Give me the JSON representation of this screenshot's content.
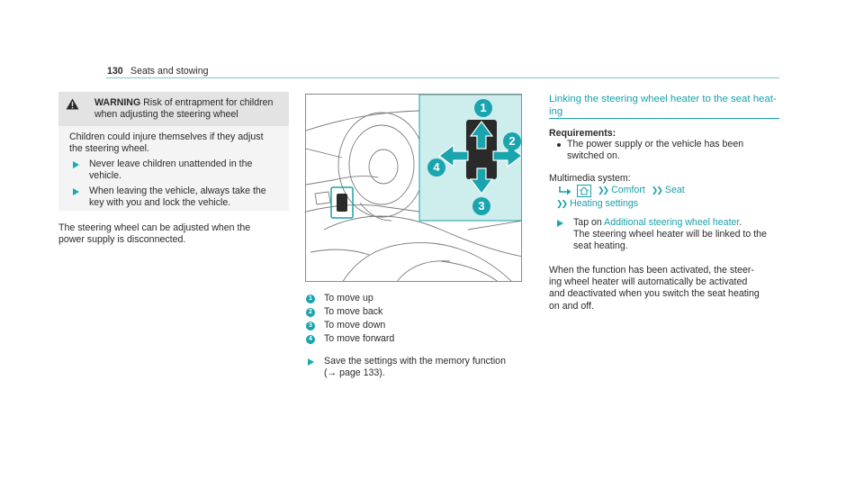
{
  "header": {
    "page_number": "130",
    "section": "Seats and stowing"
  },
  "warning": {
    "label": "WARNING",
    "title_rest_line1": "Risk of entrapment for children",
    "title_line2": "when adjusting the steering wheel",
    "body_line1": "Children could injure themselves if they adjust",
    "body_line2": "the steering wheel.",
    "steps": [
      {
        "line1": "Never leave children unattended in the",
        "line2": "vehicle."
      },
      {
        "line1": "When leaving the vehicle, always take the",
        "line2": "key with you and lock the vehicle."
      }
    ]
  },
  "left_text": {
    "line1": "The steering wheel can be adjusted when the",
    "line2": "power supply is disconnected."
  },
  "figure": {
    "callouts": [
      "1",
      "2",
      "3",
      "4"
    ]
  },
  "legend": [
    {
      "num": "1",
      "text": "To move up"
    },
    {
      "num": "2",
      "text": "To move back"
    },
    {
      "num": "3",
      "text": "To move down"
    },
    {
      "num": "4",
      "text": "To move forward"
    }
  ],
  "middle_step": {
    "line1": "Save the settings with the memory function",
    "line2": "(→ page 133)."
  },
  "right": {
    "title_line1": "Linking the steering wheel heater to the seat heat-",
    "title_line2": "ing",
    "requirements_label": "Requirements:",
    "requirement_line1": "The power supply or the vehicle has been",
    "requirement_line2": "switched on.",
    "multimedia_label": "Multimedia system:",
    "nav_path": [
      "Comfort",
      "Seat",
      "Heating settings"
    ],
    "step_prefix": "Tap on",
    "step_link": "Additional steering wheel heater",
    "step_suffix": ".",
    "step_line2": "The steering wheel heater will be linked to the",
    "step_line3": "seat heating.",
    "para_line1": "When the function has been activated, the steer-",
    "para_line2": "ing wheel heater will automatically be activated",
    "para_line3": "and deactivated when you switch the seat heating",
    "para_line4": "on and off."
  },
  "colors": {
    "accent": "#18a0ab",
    "figure_highlight": "#cdeeed"
  }
}
